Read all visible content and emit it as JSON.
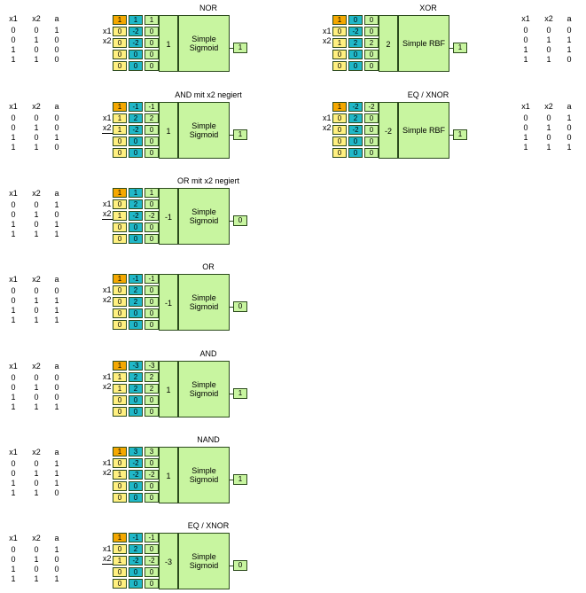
{
  "truth_tables": [
    {
      "id": "tt1",
      "header": [
        "x1",
        "x2",
        "a"
      ],
      "rows": [
        [
          "0",
          "0",
          "1"
        ],
        [
          "0",
          "1",
          "0"
        ],
        [
          "1",
          "0",
          "0"
        ],
        [
          "1",
          "1",
          "0"
        ]
      ]
    },
    {
      "id": "tt2",
      "header": [
        "x1",
        "x2",
        "a"
      ],
      "rows": [
        [
          "0",
          "0",
          "0"
        ],
        [
          "0",
          "1",
          "0"
        ],
        [
          "1",
          "0",
          "1"
        ],
        [
          "1",
          "1",
          "0"
        ]
      ]
    },
    {
      "id": "tt3",
      "header": [
        "x1",
        "x2",
        "a"
      ],
      "rows": [
        [
          "0",
          "0",
          "1"
        ],
        [
          "0",
          "1",
          "0"
        ],
        [
          "1",
          "0",
          "1"
        ],
        [
          "1",
          "1",
          "1"
        ]
      ]
    },
    {
      "id": "tt4",
      "header": [
        "x1",
        "x2",
        "a"
      ],
      "rows": [
        [
          "0",
          "0",
          "0"
        ],
        [
          "0",
          "1",
          "1"
        ],
        [
          "1",
          "0",
          "1"
        ],
        [
          "1",
          "1",
          "1"
        ]
      ]
    },
    {
      "id": "tt5",
      "header": [
        "x1",
        "x2",
        "a"
      ],
      "rows": [
        [
          "0",
          "0",
          "0"
        ],
        [
          "0",
          "1",
          "0"
        ],
        [
          "1",
          "0",
          "0"
        ],
        [
          "1",
          "1",
          "1"
        ]
      ]
    },
    {
      "id": "tt6",
      "header": [
        "x1",
        "x2",
        "a"
      ],
      "rows": [
        [
          "0",
          "0",
          "1"
        ],
        [
          "0",
          "1",
          "1"
        ],
        [
          "1",
          "0",
          "1"
        ],
        [
          "1",
          "1",
          "0"
        ]
      ]
    },
    {
      "id": "tt7",
      "header": [
        "x1",
        "x2",
        "a"
      ],
      "rows": [
        [
          "0",
          "0",
          "1"
        ],
        [
          "0",
          "1",
          "0"
        ],
        [
          "1",
          "0",
          "0"
        ],
        [
          "1",
          "1",
          "1"
        ]
      ]
    },
    {
      "id": "tt8",
      "header": [
        "x1",
        "x2",
        "a"
      ],
      "rows": [
        [
          "0",
          "0",
          "0"
        ],
        [
          "0",
          "1",
          "1"
        ],
        [
          "1",
          "0",
          "1"
        ],
        [
          "1",
          "1",
          "0"
        ]
      ]
    },
    {
      "id": "tt9",
      "header": [
        "x1",
        "x2",
        "a"
      ],
      "rows": [
        [
          "0",
          "0",
          "1"
        ],
        [
          "0",
          "1",
          "0"
        ],
        [
          "1",
          "0",
          "0"
        ],
        [
          "1",
          "1",
          "1"
        ]
      ]
    }
  ],
  "units": [
    {
      "title": "NOR",
      "col1": [
        "1",
        "0",
        "0",
        "0",
        "0"
      ],
      "col2": [
        "1",
        "-2",
        "-2",
        "0",
        "0"
      ],
      "col3": [
        "1",
        "0",
        "0",
        "0",
        "0"
      ],
      "bias": "1",
      "activation": "Simple\nSigmoid",
      "output": "1",
      "x2_negated": false
    },
    {
      "title": "AND mit x2 negiert",
      "col1": [
        "1",
        "1",
        "1",
        "0",
        "0"
      ],
      "col2": [
        "-1",
        "2",
        "-2",
        "0",
        "0"
      ],
      "col3": [
        "-1",
        "2",
        "0",
        "0",
        "0"
      ],
      "bias": "1",
      "activation": "Simple\nSigmoid",
      "output": "1",
      "x2_negated": true
    },
    {
      "title": "OR mit x2 negiert",
      "col1": [
        "1",
        "0",
        "1",
        "0",
        "0"
      ],
      "col2": [
        "1",
        "2",
        "-2",
        "0",
        "0"
      ],
      "col3": [
        "1",
        "0",
        "-2",
        "0",
        "0"
      ],
      "bias": "-1",
      "activation": "Simple\nSigmoid",
      "output": "0",
      "x2_negated": true
    },
    {
      "title": "OR",
      "col1": [
        "1",
        "0",
        "0",
        "0",
        "0"
      ],
      "col2": [
        "-1",
        "2",
        "2",
        "0",
        "0"
      ],
      "col3": [
        "-1",
        "0",
        "0",
        "0",
        "0"
      ],
      "bias": "-1",
      "activation": "Simple\nSigmoid",
      "output": "0",
      "x2_negated": false
    },
    {
      "title": "AND",
      "col1": [
        "1",
        "1",
        "1",
        "0",
        "0"
      ],
      "col2": [
        "-3",
        "2",
        "2",
        "0",
        "0"
      ],
      "col3": [
        "-3",
        "2",
        "2",
        "0",
        "0"
      ],
      "bias": "1",
      "activation": "Simple\nSigmoid",
      "output": "1",
      "x2_negated": false
    },
    {
      "title": "NAND",
      "col1": [
        "1",
        "0",
        "1",
        "0",
        "0"
      ],
      "col2": [
        "3",
        "-2",
        "-2",
        "0",
        "0"
      ],
      "col3": [
        "3",
        "0",
        "-2",
        "0",
        "0"
      ],
      "bias": "1",
      "activation": "Simple\nSigmoid",
      "output": "1",
      "x2_negated": false
    },
    {
      "title": "EQ / XNOR",
      "col1": [
        "1",
        "0",
        "1",
        "0",
        "0"
      ],
      "col2": [
        "-1",
        "2",
        "-2",
        "0",
        "0"
      ],
      "col3": [
        "-1",
        "0",
        "-2",
        "0",
        "0"
      ],
      "bias": "-3",
      "activation": "Simple\nSigmoid",
      "output": "0",
      "x2_negated": true
    },
    {
      "title": "XOR",
      "col1": [
        "1",
        "0",
        "1",
        "0",
        "0"
      ],
      "col2": [
        "0",
        "-2",
        "2",
        "0",
        "0"
      ],
      "col3": [
        "0",
        "0",
        "2",
        "0",
        "0"
      ],
      "bias": "2",
      "activation": "Simple RBF",
      "output": "1",
      "x2_negated": false
    },
    {
      "title": "EQ / XNOR",
      "col1": [
        "1",
        "0",
        "0",
        "0",
        "0"
      ],
      "col2": [
        "-2",
        "2",
        "-2",
        "0",
        "0"
      ],
      "col3": [
        "-2",
        "0",
        "0",
        "0",
        "0"
      ],
      "bias": "-2",
      "activation": "Simple RBF",
      "output": "1",
      "x2_negated": false
    }
  ],
  "input_labels": {
    "x1": "x1",
    "x2": "x2"
  }
}
